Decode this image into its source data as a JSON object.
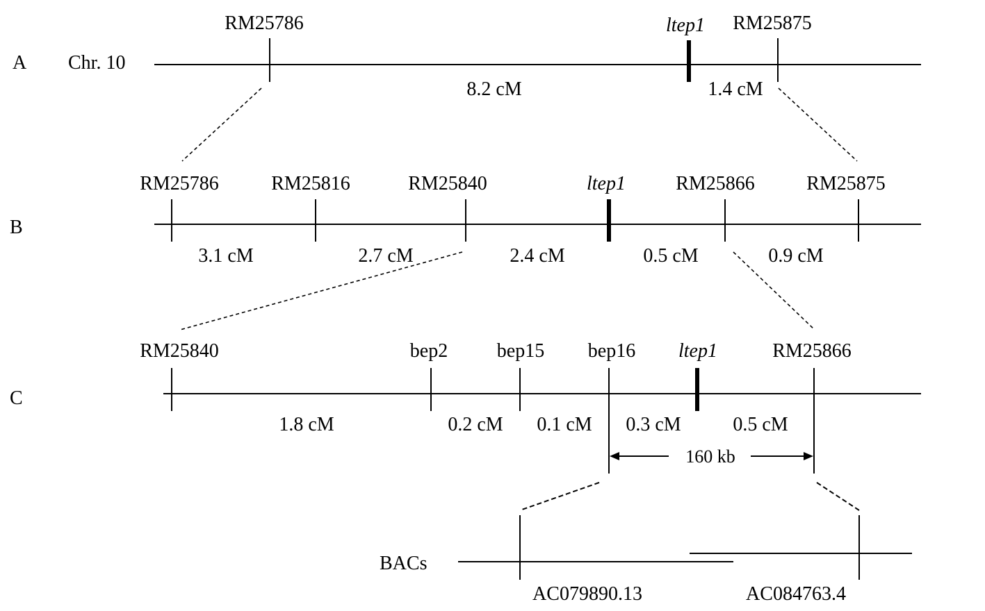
{
  "panels": {
    "a": {
      "letter": "A",
      "chromosome": "Chr. 10",
      "markers": [
        "RM25786",
        "ltep1",
        "RM25875"
      ],
      "distances": [
        "8.2 cM",
        "1.4 cM"
      ]
    },
    "b": {
      "letter": "B",
      "markers": [
        "RM25786",
        "RM25816",
        "RM25840",
        "ltep1",
        "RM25866",
        "RM25875"
      ],
      "distances": [
        "3.1 cM",
        "2.7 cM",
        "2.4 cM",
        "0.5 cM",
        "0.9 cM"
      ]
    },
    "c": {
      "letter": "C",
      "markers": [
        "RM25840",
        "bep2",
        "bep15",
        "bep16",
        "ltep1",
        "RM25866"
      ],
      "distances": [
        "1.8 cM",
        "0.2 cM",
        "0.1 cM",
        "0.3 cM",
        "0.5 cM"
      ],
      "interval": "160 kb"
    },
    "bacs": {
      "label": "BACs",
      "clones": [
        "AC079890.13",
        "AC084763.4"
      ]
    }
  }
}
